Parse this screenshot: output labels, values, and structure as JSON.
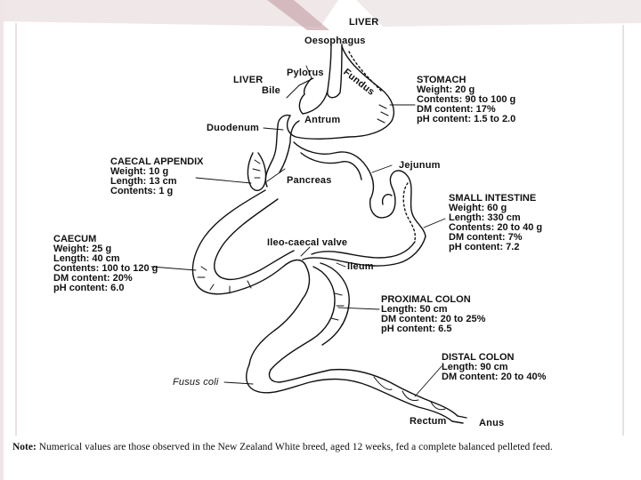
{
  "labels": {
    "liver_top": "LIVER",
    "oesophagus": "Oesophagus",
    "pylorus": "Pylorus",
    "fundus": "Fundus",
    "liver_left": "LIVER",
    "bile": "Bile",
    "antrum": "Antrum",
    "duodenum": "Duodenum",
    "jejunum": "Jejunum",
    "pancreas": "Pancreas",
    "ileo_caecal_valve": "Ileo-caecal valve",
    "ileum": "Ileum",
    "fusus_coli": "Fusus coli",
    "rectum": "Rectum",
    "anus": "Anus"
  },
  "blocks": {
    "stomach": [
      "STOMACH",
      "Weight: 20 g",
      "Contents: 90 to 100 g",
      "DM content: 17%",
      "pH content: 1.5 to 2.0"
    ],
    "caecal_appendix": [
      "CAECAL APPENDIX",
      "Weight: 10 g",
      "Length: 13 cm",
      "Contents: 1 g"
    ],
    "small_intestine": [
      "SMALL INTESTINE",
      "Weight: 60 g",
      "Length: 330 cm",
      "Contents: 20 to 40 g",
      "DM content: 7%",
      "pH content: 7.2"
    ],
    "caecum": [
      "CAECUM",
      "Weight: 25 g",
      "Length: 40 cm",
      "Contents: 100 to 120 g",
      "DM content: 20%",
      "pH content: 6.0"
    ],
    "proximal_colon": [
      "PROXIMAL COLON",
      "Length: 50 cm",
      "DM content: 20 to 25%",
      "pH content: 6.5"
    ],
    "distal_colon": [
      "DISTAL COLON",
      "Length: 90 cm",
      "DM content: 20 to 40%"
    ]
  },
  "note": {
    "label": "Note:",
    "text": "Numerical values are those observed in the New Zealand White breed, aged 12 weeks, fed a complete balanced pelleted feed."
  }
}
